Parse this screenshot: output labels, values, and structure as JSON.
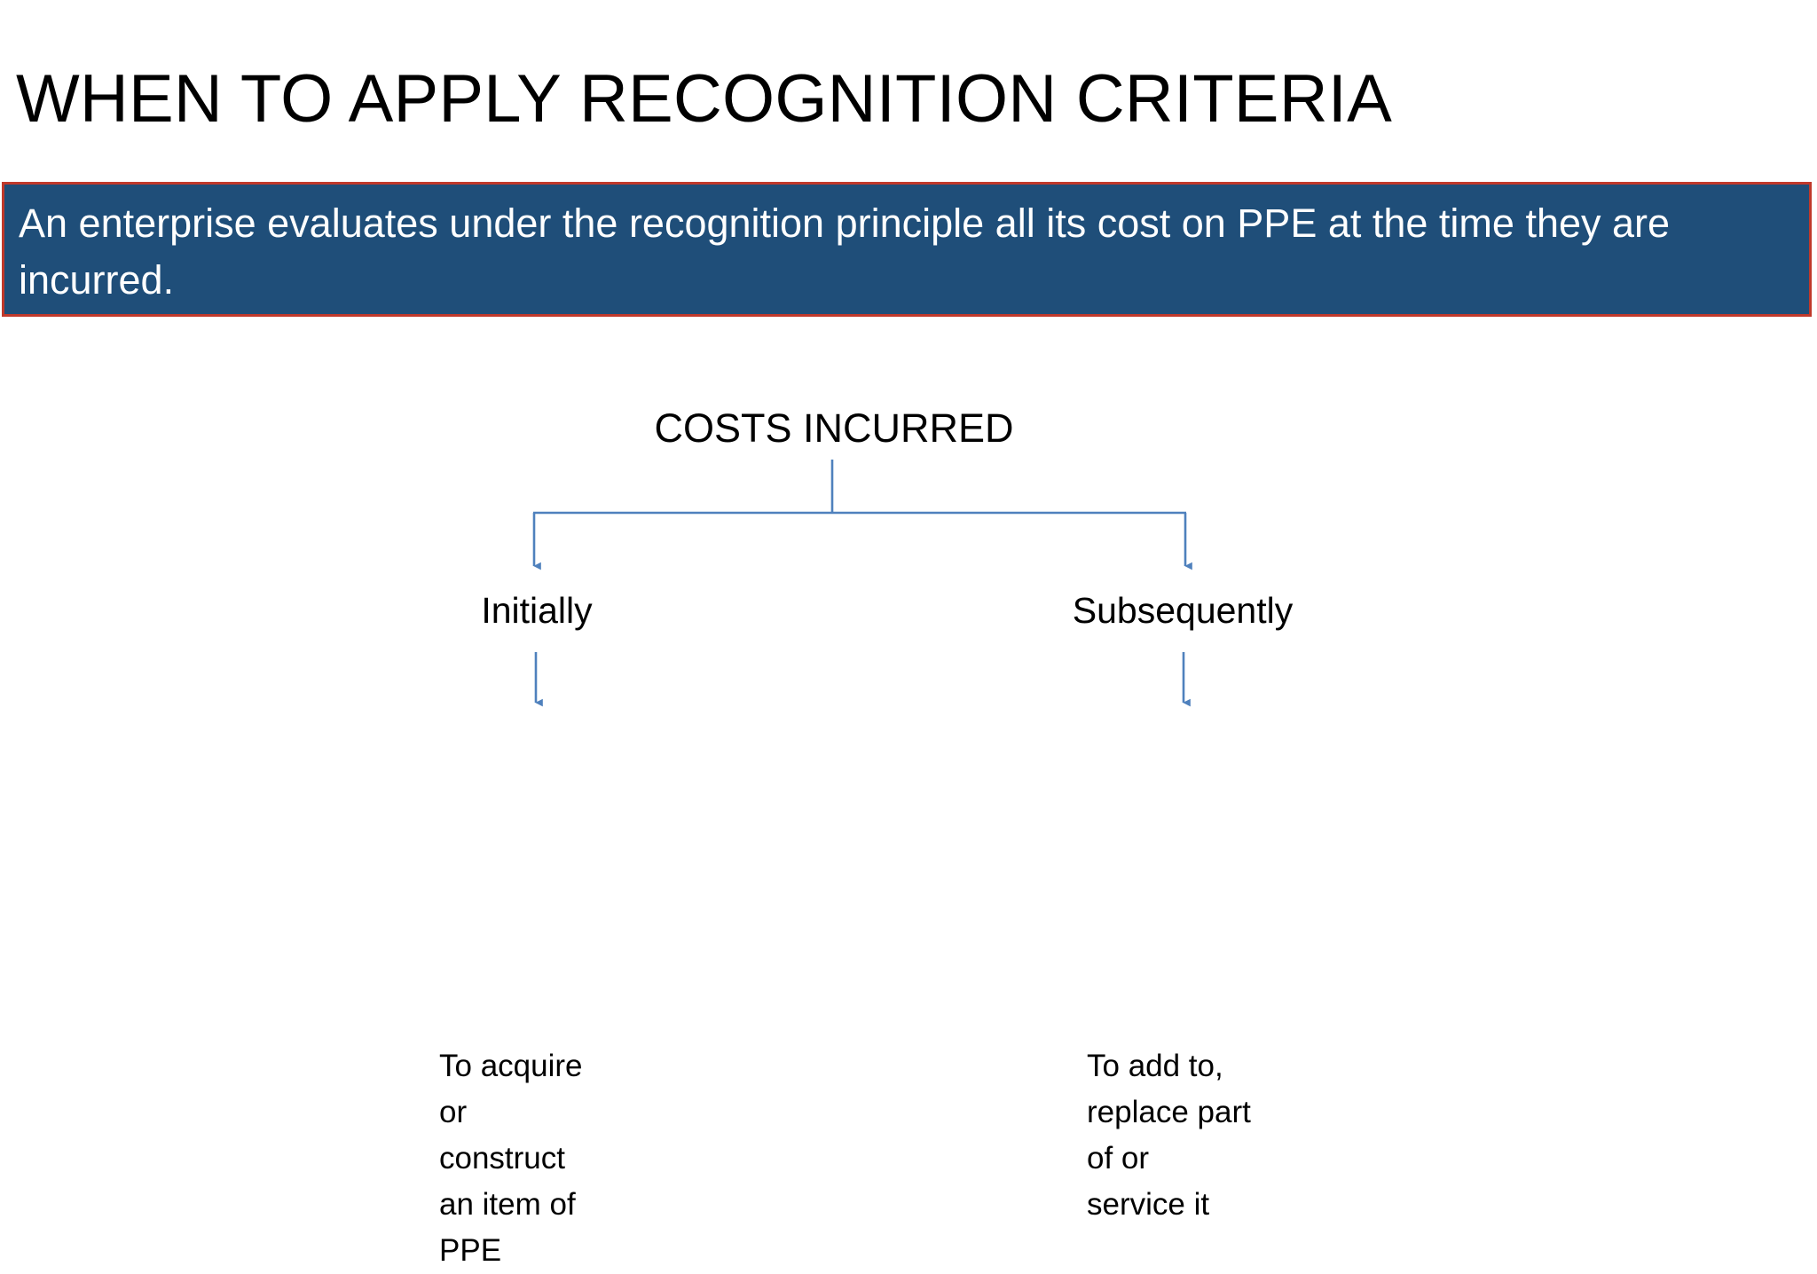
{
  "slide": {
    "title": "WHEN TO APPLY RECOGNITION CRITERIA",
    "background_color": "#FFFFFF"
  },
  "banner": {
    "text": "An enterprise evaluates under the recognition principle all its cost on PPE at the time they are incurred.",
    "fill_color": "#1F4E79",
    "border_color": "#C0392B",
    "text_color": "#FFFFFF"
  },
  "diagram": {
    "type": "tree",
    "connector_color": "#4F81BD",
    "root": {
      "label": "COSTS INCURRED"
    },
    "branches": [
      {
        "label": "Initially",
        "detail": "To acquire\nor\nconstruct\nan item of\nPPE"
      },
      {
        "label": "Subsequently",
        "detail": "To add to,\nreplace part\nof or\nservice it"
      }
    ]
  }
}
